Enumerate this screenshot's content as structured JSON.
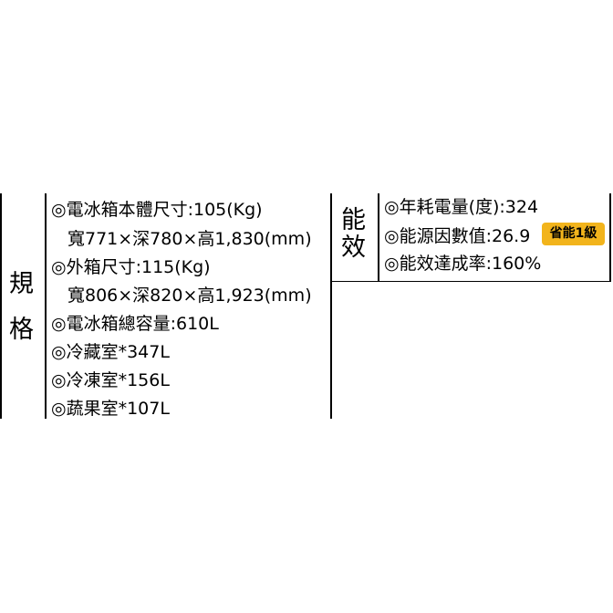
{
  "spec": {
    "label_line1": "規",
    "label_line2": "格",
    "rows": [
      "◎電冰箱本體尺寸:105(Kg)",
      "寬771×深780×高1,830(mm)",
      "◎外箱尺寸:115(Kg)",
      "寬806×深820×高1,923(mm)",
      "◎電冰箱總容量:610L",
      "◎冷藏室*347L",
      "◎冷凍室*156L",
      "◎蔬果室*107L"
    ]
  },
  "efficiency": {
    "label_line1": "能",
    "label_line2": "效",
    "rows": [
      "◎年耗電量(度):324",
      "◎能源因數值:26.9",
      "◎能效達成率:160%"
    ],
    "badge": "省能1級",
    "badge_color": "#f2b41c"
  }
}
